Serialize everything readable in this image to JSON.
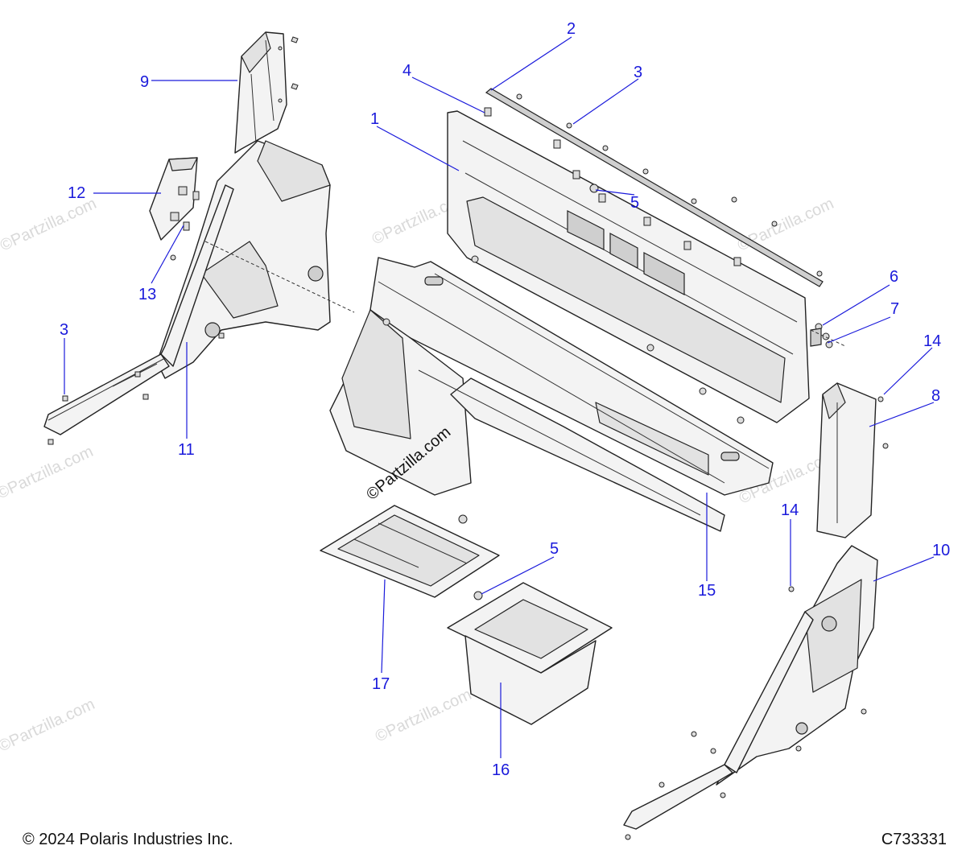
{
  "footer": {
    "copyright": "© 2024 Polaris Industries Inc.",
    "drawing_id": "C733331"
  },
  "watermarks": {
    "text": "©Partzilla.com",
    "center_text": "©Partzilla.com"
  },
  "callouts": [
    {
      "id": "1",
      "label": "1"
    },
    {
      "id": "2",
      "label": "2"
    },
    {
      "id": "3a",
      "label": "3"
    },
    {
      "id": "3b",
      "label": "3"
    },
    {
      "id": "4",
      "label": "4"
    },
    {
      "id": "5a",
      "label": "5"
    },
    {
      "id": "5b",
      "label": "5"
    },
    {
      "id": "6",
      "label": "6"
    },
    {
      "id": "7",
      "label": "7"
    },
    {
      "id": "8",
      "label": "8"
    },
    {
      "id": "9",
      "label": "9"
    },
    {
      "id": "10",
      "label": "10"
    },
    {
      "id": "11",
      "label": "11"
    },
    {
      "id": "12",
      "label": "12"
    },
    {
      "id": "13",
      "label": "13"
    },
    {
      "id": "14a",
      "label": "14"
    },
    {
      "id": "14b",
      "label": "14"
    },
    {
      "id": "15",
      "label": "15"
    },
    {
      "id": "16",
      "label": "16"
    },
    {
      "id": "17",
      "label": "17"
    }
  ],
  "colors": {
    "callout": "#1a1adb",
    "line_art": "#222222",
    "watermark": "#d9d9d9"
  }
}
